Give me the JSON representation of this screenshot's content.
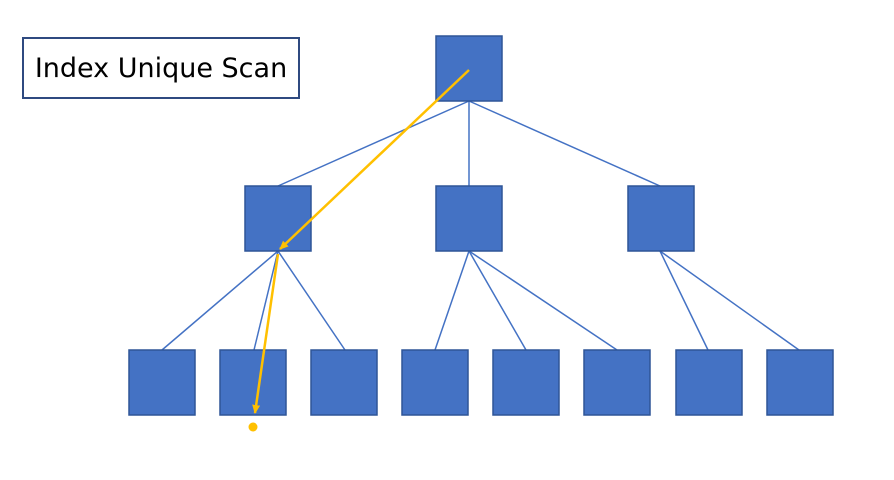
{
  "title": "Index Unique Scan",
  "colors": {
    "node_fill": "#4472C4",
    "node_stroke": "#2F5597",
    "edge": "#4472C4",
    "scan_path": "#FFC000",
    "title_border": "#2F4A80"
  },
  "tree": {
    "root": "root",
    "branches": [
      "branch-1",
      "branch-2",
      "branch-3"
    ],
    "leaves": [
      "leaf-1",
      "leaf-2",
      "leaf-3",
      "leaf-4",
      "leaf-5",
      "leaf-6",
      "leaf-7",
      "leaf-8"
    ],
    "edges": [
      [
        "root",
        "branch-1"
      ],
      [
        "root",
        "branch-2"
      ],
      [
        "root",
        "branch-3"
      ],
      [
        "branch-1",
        "leaf-1"
      ],
      [
        "branch-1",
        "leaf-2"
      ],
      [
        "branch-1",
        "leaf-3"
      ],
      [
        "branch-2",
        "leaf-4"
      ],
      [
        "branch-2",
        "leaf-5"
      ],
      [
        "branch-2",
        "leaf-6"
      ],
      [
        "branch-3",
        "leaf-7"
      ],
      [
        "branch-3",
        "leaf-8"
      ]
    ]
  },
  "scan_path": [
    "root",
    "branch-1",
    "leaf-2",
    "target-row"
  ]
}
